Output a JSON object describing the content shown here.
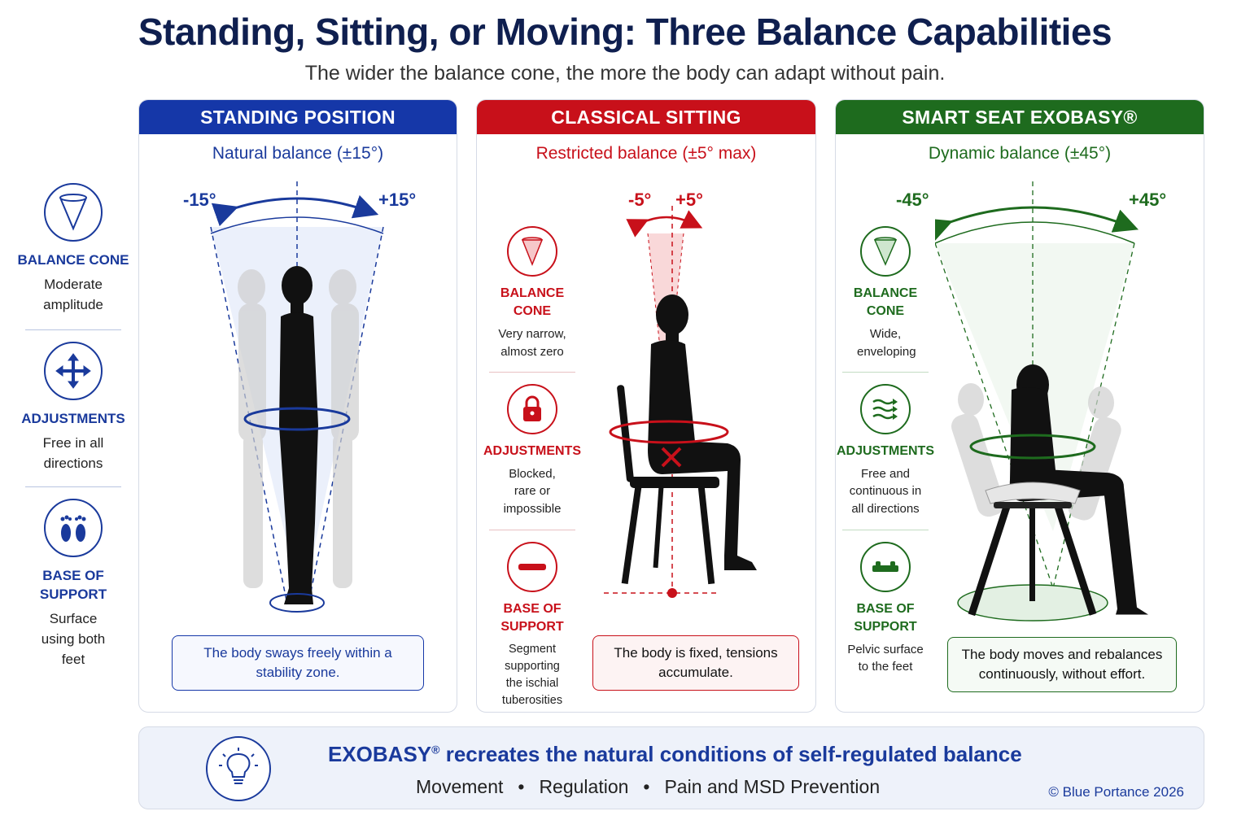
{
  "title": "Standing, Sitting, or Moving: Three Balance Capabilities",
  "subtitle": "The wider the balance cone, the more the body can adapt without pain.",
  "legend": [
    {
      "icon": "cone-icon",
      "head": "BALANCE CONE",
      "text": "Moderate amplitude"
    },
    {
      "icon": "arrows-icon",
      "head": "ADJUSTMENTS",
      "text": "Free in all directions"
    },
    {
      "icon": "feet-icon",
      "head": "BASE OF SUPPORT",
      "text": "Surface using both feet"
    }
  ],
  "panels": [
    {
      "header": "STANDING POSITION",
      "sub": "Natural balance (±15°)",
      "angle_left": "-15°",
      "angle_right": "+15°",
      "caption": "The body sways freely within a stability zone.",
      "color": "#1537a8"
    },
    {
      "header": "CLASSICAL SITTING",
      "sub": "Restricted balance (±5° max)",
      "angle_left": "-5°",
      "angle_right": "+5°",
      "caption": "The body is fixed, tensions accumulate.",
      "color": "#c8101a",
      "items": [
        {
          "icon": "cone-icon",
          "head": "BALANCE CONE",
          "text": "Very narrow, almost zero"
        },
        {
          "icon": "lock-icon",
          "head": "ADJUSTMENTS",
          "text": "Blocked, rare or impossible"
        },
        {
          "icon": "minus-icon",
          "head": "BASE OF SUPPORT",
          "text": "Segment supporting the ischial tuberosities"
        }
      ]
    },
    {
      "header": "SMART SEAT EXOBASY®",
      "sub": "Dynamic balance (±45°)",
      "angle_left": "-45°",
      "angle_right": "+45°",
      "caption": "The body moves and rebalances continuously, without effort.",
      "color": "#1e6b1e",
      "items": [
        {
          "icon": "cone-icon",
          "head": "BALANCE CONE",
          "text": "Wide, enveloping"
        },
        {
          "icon": "flow-arrows-icon",
          "head": "ADJUSTMENTS",
          "text": "Free and continuous in all directions"
        },
        {
          "icon": "seat-base-icon",
          "head": "BASE OF SUPPORT",
          "text": "Pelvic surface to the feet"
        }
      ]
    }
  ],
  "footer": {
    "brand": "EXOBASY",
    "reg": "®",
    "title_rest": " recreates the natural conditions of self-regulated balance",
    "points": [
      "Movement",
      "•",
      "Regulation",
      "•",
      "Pain and MSD Prevention"
    ],
    "copyright": "© Blue Portance 2026"
  },
  "colors": {
    "blue": "#1537a8",
    "red": "#c8101a",
    "green": "#1e6b1e",
    "navy": "#0f1f4f"
  }
}
